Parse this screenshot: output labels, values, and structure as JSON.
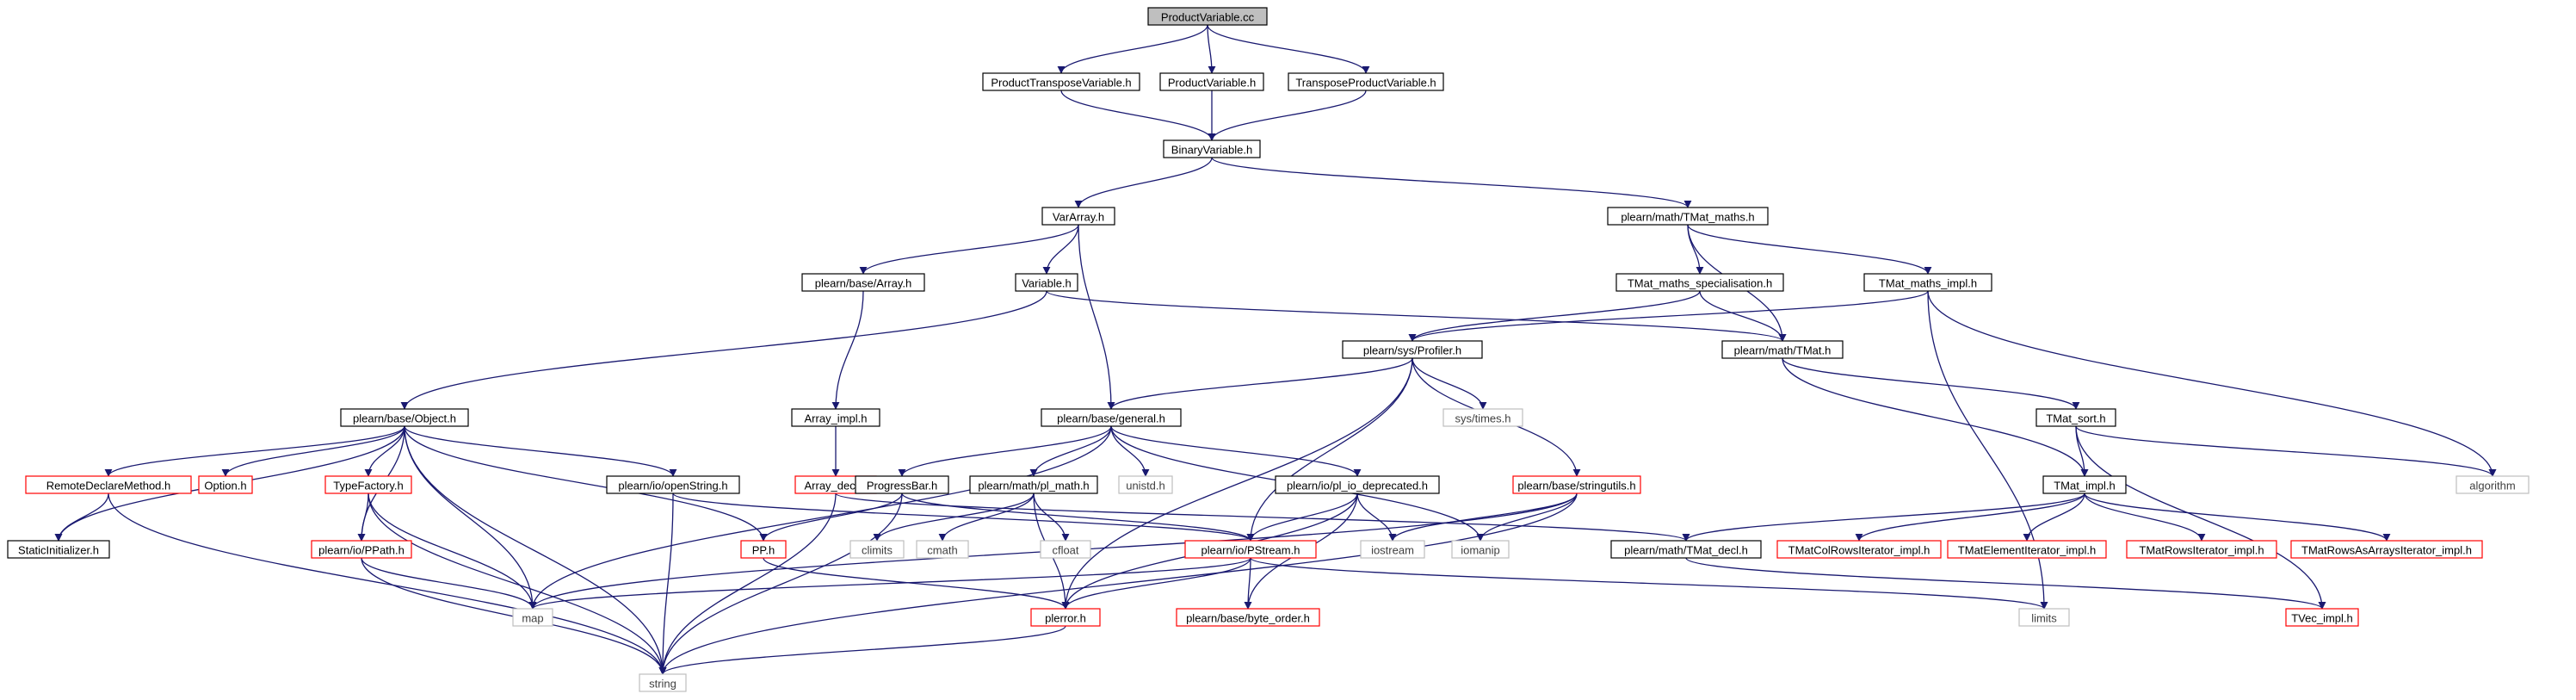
{
  "colors": {
    "edge": "#191970",
    "border_default": "#000000",
    "border_truncated": "#ff0000",
    "border_system": "#bfbfbf",
    "fill_root": "#bfbfbf",
    "fill_default": "#ffffff",
    "text_default": "#000000",
    "text_system": "#404040"
  },
  "nodes": [
    {
      "id": "n_root",
      "label": "ProductVariable.cc",
      "kind": "root"
    },
    {
      "id": "n_ptv",
      "label": "ProductTransposeVariable.h",
      "kind": "default"
    },
    {
      "id": "n_pv",
      "label": "ProductVariable.h",
      "kind": "default"
    },
    {
      "id": "n_tpv",
      "label": "TransposeProductVariable.h",
      "kind": "default"
    },
    {
      "id": "n_bv",
      "label": "BinaryVariable.h",
      "kind": "default"
    },
    {
      "id": "n_va",
      "label": "VarArray.h",
      "kind": "default"
    },
    {
      "id": "n_tmm",
      "label": "plearn/math/TMat_maths.h",
      "kind": "default"
    },
    {
      "id": "n_arr",
      "label": "plearn/base/Array.h",
      "kind": "default"
    },
    {
      "id": "n_var",
      "label": "Variable.h",
      "kind": "default"
    },
    {
      "id": "n_tms",
      "label": "TMat_maths_specialisation.h",
      "kind": "default"
    },
    {
      "id": "n_tmi",
      "label": "TMat_maths_impl.h",
      "kind": "default"
    },
    {
      "id": "n_prof",
      "label": "plearn/sys/Profiler.h",
      "kind": "default"
    },
    {
      "id": "n_tmat",
      "label": "plearn/math/TMat.h",
      "kind": "default"
    },
    {
      "id": "n_obj",
      "label": "plearn/base/Object.h",
      "kind": "default"
    },
    {
      "id": "n_arrimpl",
      "label": "Array_impl.h",
      "kind": "default"
    },
    {
      "id": "n_gen",
      "label": "plearn/base/general.h",
      "kind": "default"
    },
    {
      "id": "n_times",
      "label": "sys/times.h",
      "kind": "system"
    },
    {
      "id": "n_tsort",
      "label": "TMat_sort.h",
      "kind": "default"
    },
    {
      "id": "n_rdm",
      "label": "RemoteDeclareMethod.h",
      "kind": "truncated"
    },
    {
      "id": "n_opt",
      "label": "Option.h",
      "kind": "truncated"
    },
    {
      "id": "n_tf",
      "label": "TypeFactory.h",
      "kind": "truncated"
    },
    {
      "id": "n_os",
      "label": "plearn/io/openString.h",
      "kind": "default"
    },
    {
      "id": "n_arrdecl",
      "label": "Array_decl.h",
      "kind": "truncated"
    },
    {
      "id": "n_pb",
      "label": "ProgressBar.h",
      "kind": "default"
    },
    {
      "id": "n_plm",
      "label": "plearn/math/pl_math.h",
      "kind": "default"
    },
    {
      "id": "n_unistd",
      "label": "unistd.h",
      "kind": "system"
    },
    {
      "id": "n_pid",
      "label": "plearn/io/pl_io_deprecated.h",
      "kind": "default"
    },
    {
      "id": "n_su",
      "label": "plearn/base/stringutils.h",
      "kind": "truncated"
    },
    {
      "id": "n_timpl",
      "label": "TMat_impl.h",
      "kind": "default"
    },
    {
      "id": "n_algo",
      "label": "algorithm",
      "kind": "system"
    },
    {
      "id": "n_si",
      "label": "StaticInitializer.h",
      "kind": "default"
    },
    {
      "id": "n_ppath",
      "label": "plearn/io/PPath.h",
      "kind": "truncated"
    },
    {
      "id": "n_pp",
      "label": "PP.h",
      "kind": "truncated"
    },
    {
      "id": "n_climits",
      "label": "climits",
      "kind": "system"
    },
    {
      "id": "n_cmath",
      "label": "cmath",
      "kind": "system"
    },
    {
      "id": "n_cfloat",
      "label": "cfloat",
      "kind": "system"
    },
    {
      "id": "n_pstream",
      "label": "plearn/io/PStream.h",
      "kind": "truncated"
    },
    {
      "id": "n_iostream",
      "label": "iostream",
      "kind": "system"
    },
    {
      "id": "n_iomanip",
      "label": "iomanip",
      "kind": "system"
    },
    {
      "id": "n_tmdecl",
      "label": "plearn/math/TMat_decl.h",
      "kind": "default"
    },
    {
      "id": "n_tmcri",
      "label": "TMatColRowsIterator_impl.h",
      "kind": "truncated"
    },
    {
      "id": "n_tmei",
      "label": "TMatElementIterator_impl.h",
      "kind": "truncated"
    },
    {
      "id": "n_tmri",
      "label": "TMatRowsIterator_impl.h",
      "kind": "truncated"
    },
    {
      "id": "n_tmrai",
      "label": "TMatRowsAsArraysIterator_impl.h",
      "kind": "truncated"
    },
    {
      "id": "n_map",
      "label": "map",
      "kind": "system"
    },
    {
      "id": "n_bo",
      "label": "plearn/base/byte_order.h",
      "kind": "truncated"
    },
    {
      "id": "n_plerr",
      "label": "plerror.h",
      "kind": "truncated"
    },
    {
      "id": "n_limits",
      "label": "limits",
      "kind": "system"
    },
    {
      "id": "n_tvec",
      "label": "TVec_impl.h",
      "kind": "truncated"
    },
    {
      "id": "n_string",
      "label": "string",
      "kind": "system"
    }
  ],
  "edges": [
    [
      "n_root",
      "n_ptv"
    ],
    [
      "n_root",
      "n_pv"
    ],
    [
      "n_root",
      "n_tpv"
    ],
    [
      "n_ptv",
      "n_bv"
    ],
    [
      "n_pv",
      "n_bv"
    ],
    [
      "n_tpv",
      "n_bv"
    ],
    [
      "n_bv",
      "n_va"
    ],
    [
      "n_bv",
      "n_tmm"
    ],
    [
      "n_va",
      "n_arr"
    ],
    [
      "n_va",
      "n_var"
    ],
    [
      "n_va",
      "n_gen"
    ],
    [
      "n_tmm",
      "n_tms"
    ],
    [
      "n_tmm",
      "n_tmi"
    ],
    [
      "n_tmm",
      "n_tmat"
    ],
    [
      "n_arr",
      "n_arrimpl"
    ],
    [
      "n_var",
      "n_obj"
    ],
    [
      "n_var",
      "n_tmat"
    ],
    [
      "n_tms",
      "n_prof"
    ],
    [
      "n_tms",
      "n_tmat"
    ],
    [
      "n_tmi",
      "n_prof"
    ],
    [
      "n_tmi",
      "n_algo"
    ],
    [
      "n_tmi",
      "n_limits"
    ],
    [
      "n_prof",
      "n_gen"
    ],
    [
      "n_prof",
      "n_times"
    ],
    [
      "n_prof",
      "n_su"
    ],
    [
      "n_prof",
      "n_pstream"
    ],
    [
      "n_prof",
      "n_plerr"
    ],
    [
      "n_tmat",
      "n_tsort"
    ],
    [
      "n_tmat",
      "n_timpl"
    ],
    [
      "n_obj",
      "n_rdm"
    ],
    [
      "n_obj",
      "n_opt"
    ],
    [
      "n_obj",
      "n_tf"
    ],
    [
      "n_obj",
      "n_os"
    ],
    [
      "n_obj",
      "n_si"
    ],
    [
      "n_obj",
      "n_ppath"
    ],
    [
      "n_obj",
      "n_pp"
    ],
    [
      "n_obj",
      "n_map"
    ],
    [
      "n_obj",
      "n_string"
    ],
    [
      "n_arrimpl",
      "n_arrdecl"
    ],
    [
      "n_gen",
      "n_pb"
    ],
    [
      "n_gen",
      "n_plm"
    ],
    [
      "n_gen",
      "n_unistd"
    ],
    [
      "n_gen",
      "n_pid"
    ],
    [
      "n_gen",
      "n_map"
    ],
    [
      "n_gen",
      "n_iomanip"
    ],
    [
      "n_tsort",
      "n_timpl"
    ],
    [
      "n_tsort",
      "n_algo"
    ],
    [
      "n_tsort",
      "n_tvec"
    ],
    [
      "n_rdm",
      "n_si"
    ],
    [
      "n_rdm",
      "n_string"
    ],
    [
      "n_tf",
      "n_ppath"
    ],
    [
      "n_tf",
      "n_map"
    ],
    [
      "n_tf",
      "n_string"
    ],
    [
      "n_os",
      "n_pstream"
    ],
    [
      "n_os",
      "n_string"
    ],
    [
      "n_arrdecl",
      "n_tmdecl"
    ],
    [
      "n_arrdecl",
      "n_string"
    ],
    [
      "n_pb",
      "n_pp"
    ],
    [
      "n_pb",
      "n_pstream"
    ],
    [
      "n_pb",
      "n_string"
    ],
    [
      "n_plm",
      "n_climits"
    ],
    [
      "n_plm",
      "n_cmath"
    ],
    [
      "n_plm",
      "n_cfloat"
    ],
    [
      "n_plm",
      "n_plerr"
    ],
    [
      "n_pid",
      "n_pstream"
    ],
    [
      "n_pid",
      "n_iostream"
    ],
    [
      "n_pid",
      "n_bo"
    ],
    [
      "n_pid",
      "n_plerr"
    ],
    [
      "n_su",
      "n_iostream"
    ],
    [
      "n_su",
      "n_iomanip"
    ],
    [
      "n_su",
      "n_map"
    ],
    [
      "n_su",
      "n_string"
    ],
    [
      "n_timpl",
      "n_tmdecl"
    ],
    [
      "n_timpl",
      "n_tmcri"
    ],
    [
      "n_timpl",
      "n_tmei"
    ],
    [
      "n_timpl",
      "n_tmri"
    ],
    [
      "n_timpl",
      "n_tmrai"
    ],
    [
      "n_ppath",
      "n_map"
    ],
    [
      "n_ppath",
      "n_string"
    ],
    [
      "n_pp",
      "n_plerr"
    ],
    [
      "n_pstream",
      "n_map"
    ],
    [
      "n_pstream",
      "n_bo"
    ],
    [
      "n_pstream",
      "n_plerr"
    ],
    [
      "n_pstream",
      "n_limits"
    ],
    [
      "n_tmdecl",
      "n_tvec"
    ],
    [
      "n_plerr",
      "n_string"
    ]
  ]
}
